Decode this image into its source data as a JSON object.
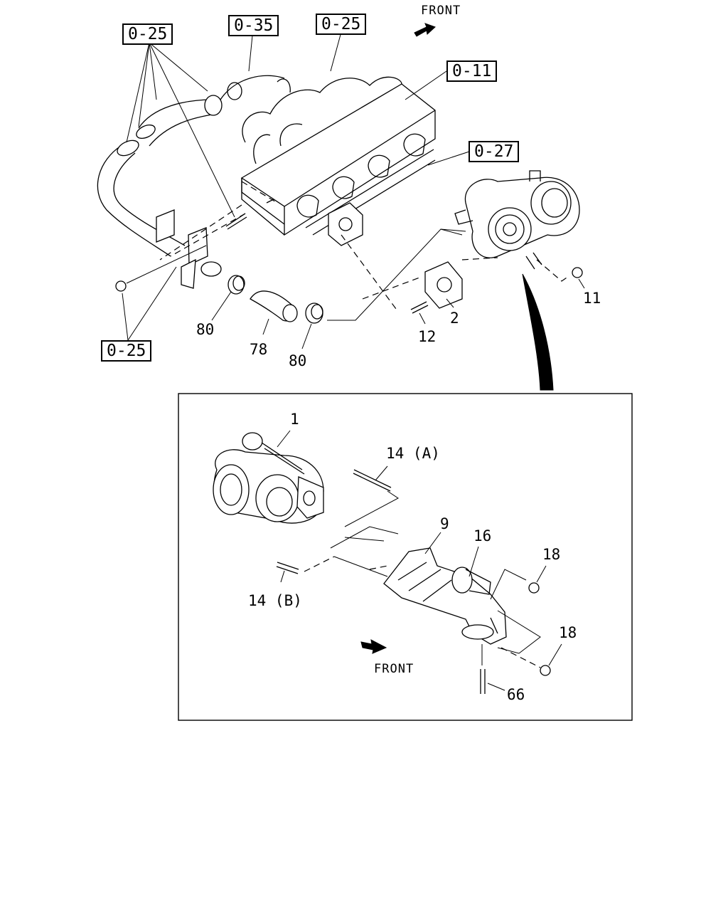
{
  "figure": {
    "reference_boxes": {
      "top_left": "0-25",
      "top_mid_a": "0-35",
      "top_mid_b": "0-25",
      "manifold": "0-11",
      "gasket_ref": "0-27",
      "bottom_left": "0-25"
    },
    "direction_labels": {
      "top": "FRONT",
      "detail": "FRONT"
    },
    "callouts": {
      "c80a": "80",
      "c78": "78",
      "c80b": "80",
      "c12": "12",
      "c2": "2",
      "c11": "11",
      "c1": "1",
      "c14a": "14 (A)",
      "c9": "9",
      "c16": "16",
      "c18a": "18",
      "c14b": "14 (B)",
      "c18b": "18",
      "c66": "66"
    }
  }
}
